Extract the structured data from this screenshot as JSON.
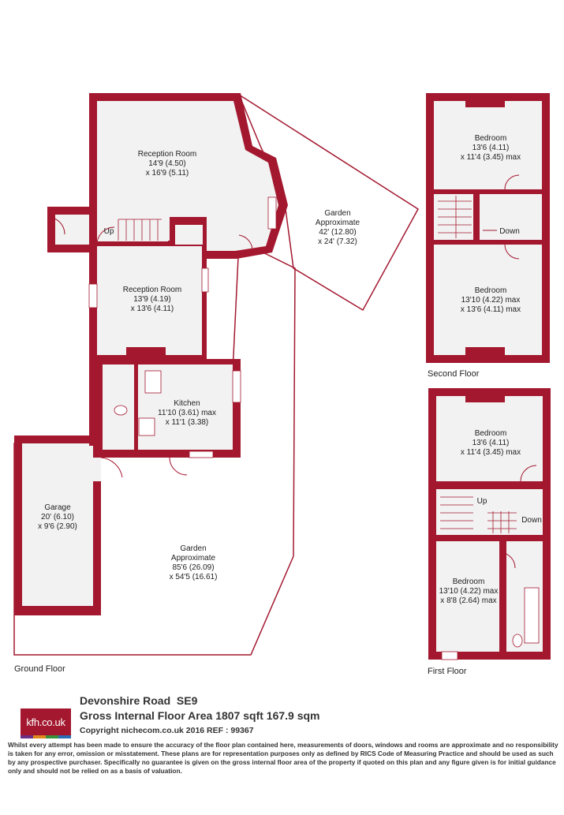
{
  "colors": {
    "wall": "#a3182f",
    "floor": "#f2f2f2",
    "text": "#222222"
  },
  "ground_floor": {
    "label": "Ground Floor",
    "reception_room_1": {
      "name": "Reception Room",
      "dim1": "14'9 (4.50)",
      "dim2": "x 16'9 (5.11)"
    },
    "reception_room_2": {
      "name": "Reception Room",
      "dim1": "13'9 (4.19)",
      "dim2": "x 13'6 (4.11)"
    },
    "kitchen": {
      "name": "Kitchen",
      "dim1": "11'10 (3.61) max",
      "dim2": "x 11'1 (3.38)"
    },
    "garage": {
      "name": "Garage",
      "dim1": "20' (6.10)",
      "dim2": "x 9'6 (2.90)"
    },
    "garden_small": {
      "name": "Garden",
      "line2": "Approximate",
      "dim1": "42' (12.80)",
      "dim2": "x 24' (7.32)"
    },
    "garden_large": {
      "name": "Garden",
      "line2": "Approximate",
      "dim1": "85'6 (26.09)",
      "dim2": "x 54'5 (16.61)"
    },
    "stairs_label": "Up"
  },
  "second_floor": {
    "label": "Second Floor",
    "bedroom_top": {
      "name": "Bedroom",
      "dim1": "13'6 (4.11)",
      "dim2": "x 11'4 (3.45) max"
    },
    "bedroom_bottom": {
      "name": "Bedroom",
      "dim1": "13'10 (4.22) max",
      "dim2": "x 13'6 (4.11) max"
    },
    "stairs_label": "Down"
  },
  "first_floor": {
    "label": "First Floor",
    "bedroom_top": {
      "name": "Bedroom",
      "dim1": "13'6 (4.11)",
      "dim2": "x 11'4 (3.45) max"
    },
    "bedroom_bottom": {
      "name": "Bedroom",
      "dim1": "13'10 (4.22) max",
      "dim2": "x 8'8 (2.64) max"
    },
    "stairs_up": "Up",
    "stairs_down": "Down"
  },
  "footer": {
    "logo": "kfh.co.uk",
    "logo_bar_colors": [
      "#6b2f85",
      "#e08a1e",
      "#3a8f3a",
      "#2a6db5"
    ],
    "title_line1": "Devonshire Road  SE9",
    "title_line2": "Gross Internal Floor Area 1807 sqft 167.9 sqm",
    "copyright": "Copyright nichecom.co.uk 2016 REF : 99367",
    "disclaimer": "Whilst every attempt has been made to ensure the accuracy of the floor plan contained here, measurements of doors, windows and rooms are approximate and no responsibility is taken for any error, omission or misstatement.  These plans are for representation purposes only as defined by RICS Code of Measuring Practice and should be used as such by any prospective purchaser.  Specifically no guarantee is given on the gross internal floor area of the property if quoted on this plan and any figure given is for initial guidance only and should not be relied on as a basis of valuation."
  }
}
